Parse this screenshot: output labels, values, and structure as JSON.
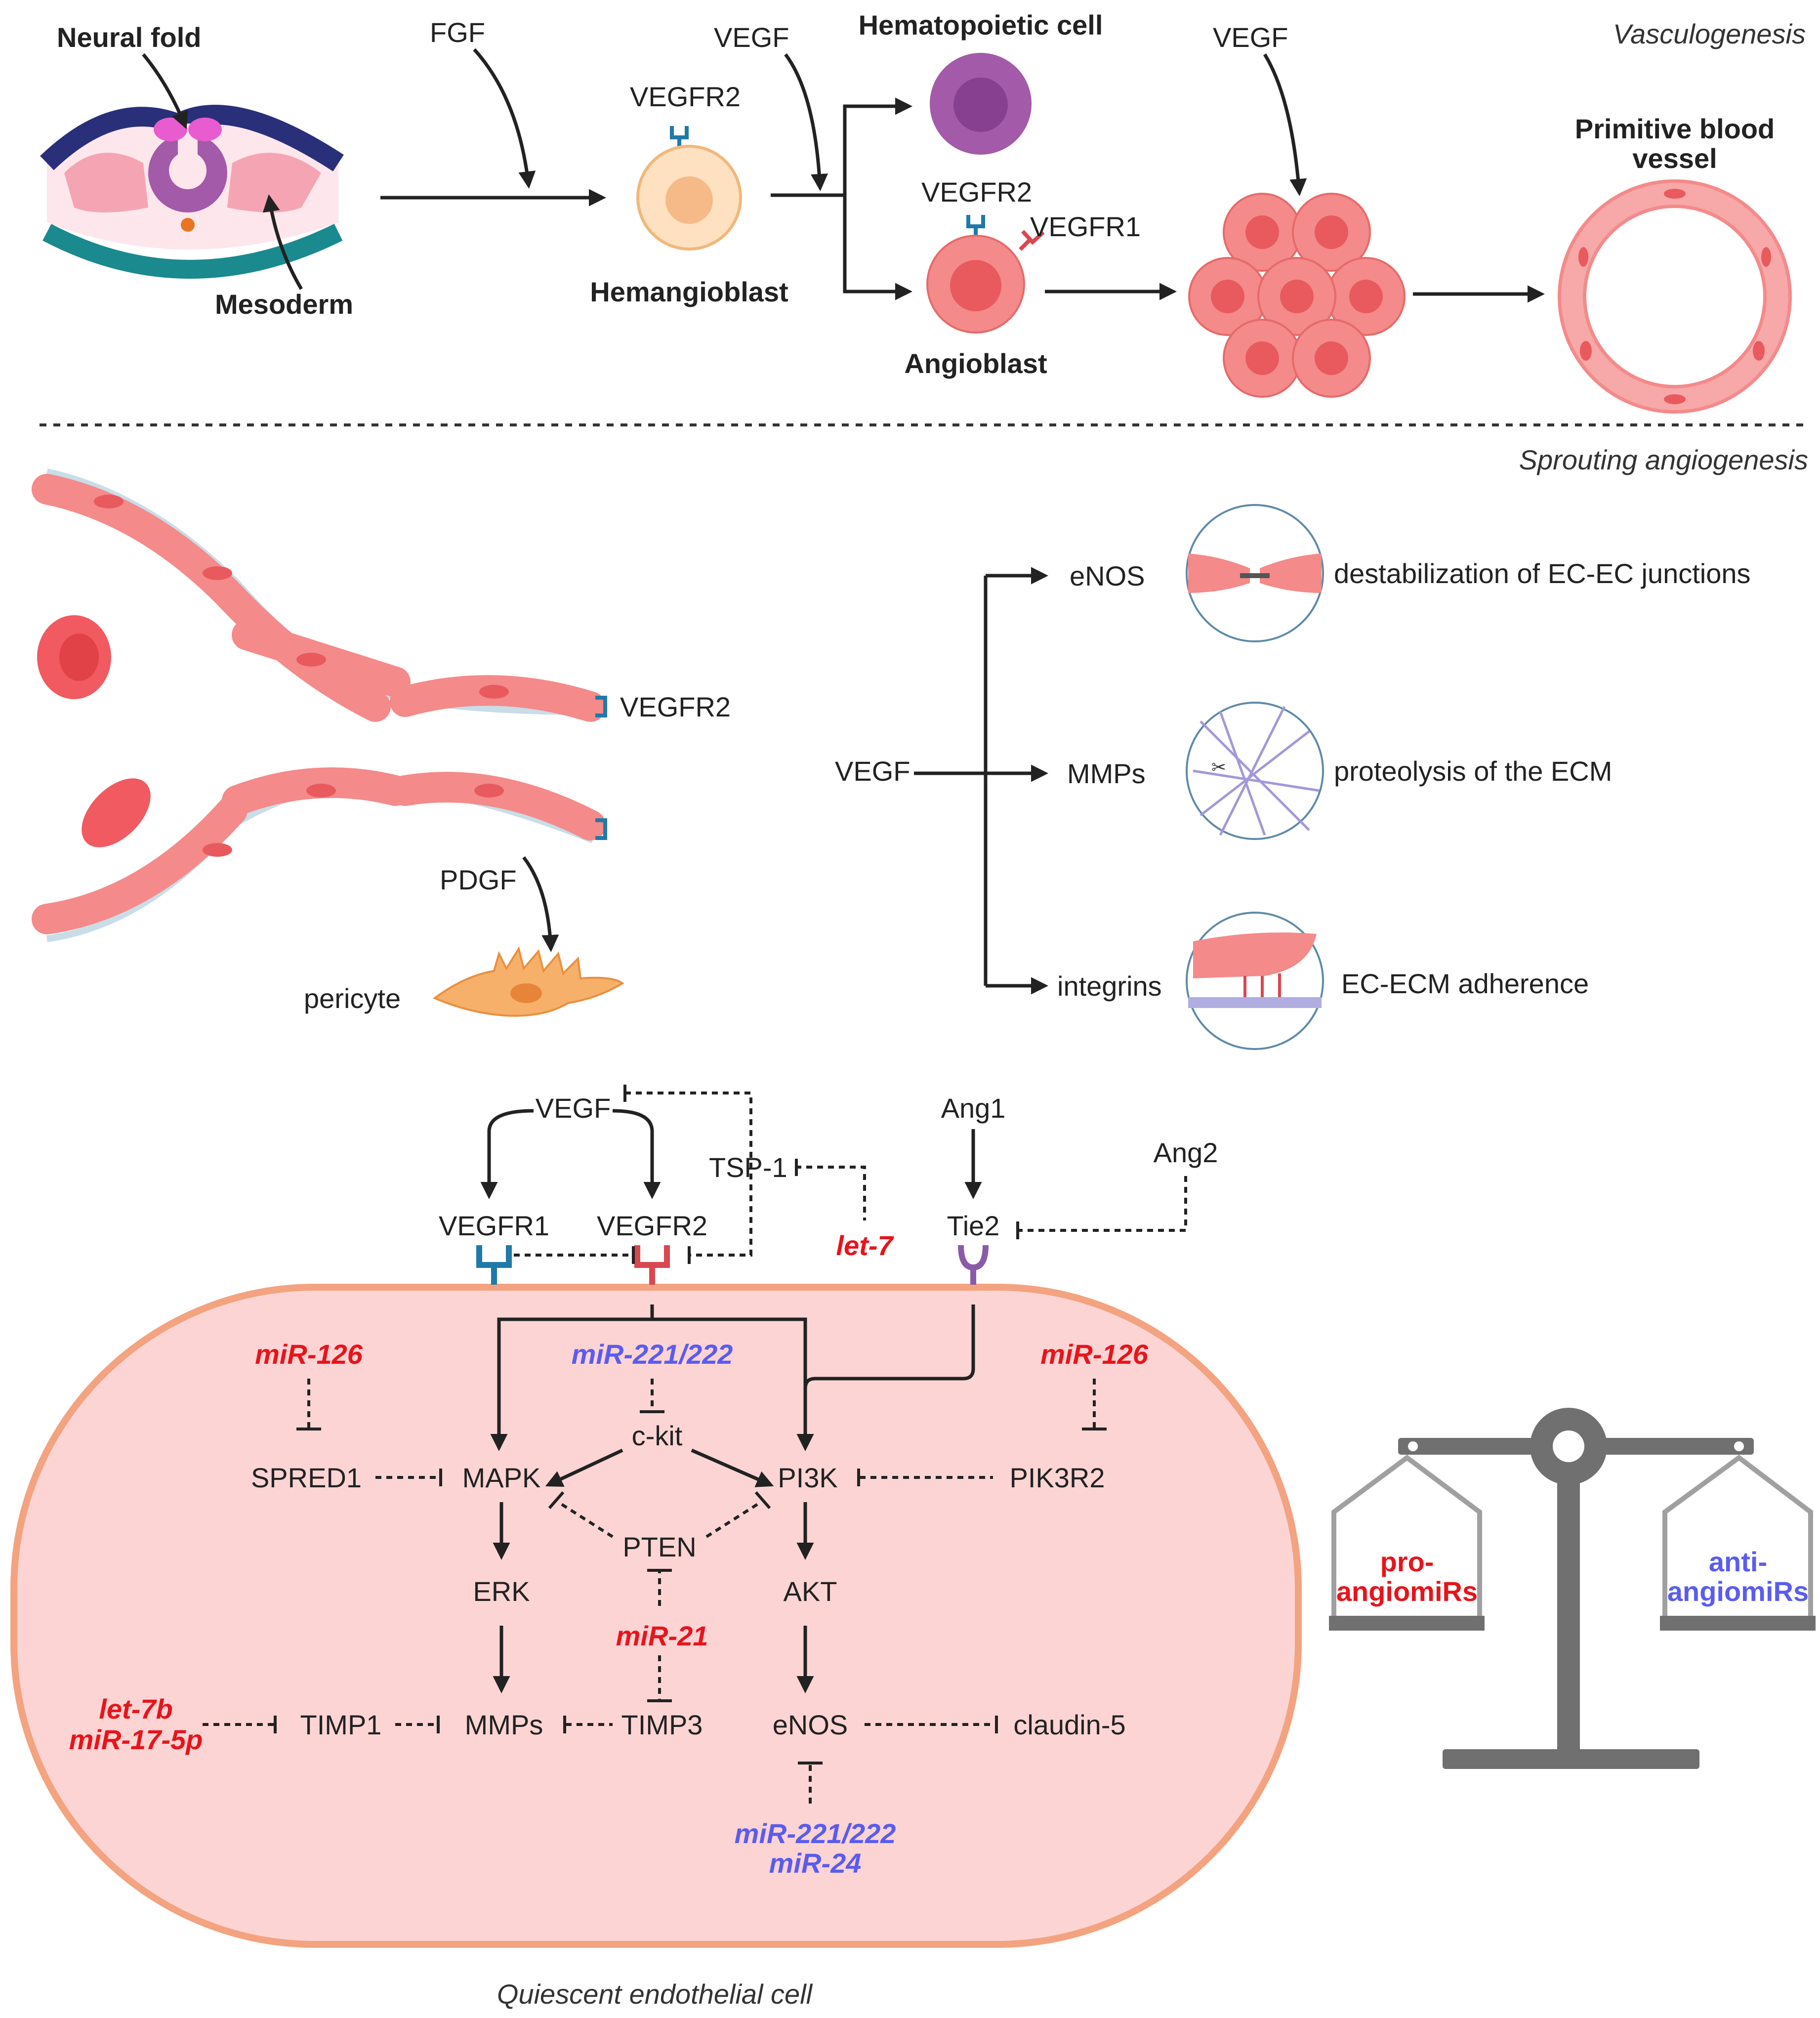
{
  "vasculogenesis": {
    "section_title": "Vasculogenesis",
    "neural_fold": "Neural fold",
    "mesoderm": "Mesoderm",
    "fgf": "FGF",
    "vegf_1": "VEGF",
    "vegf_2": "VEGF",
    "vegfr2_a": "VEGFR2",
    "vegfr2_b": "VEGFR2",
    "vegfr1": "VEGFR1",
    "hemangioblast": "Hemangioblast",
    "hematopoietic_cell": "Hematopoietic cell",
    "angioblast": "Angioblast",
    "primitive_vessel_line1": "Primitive blood",
    "primitive_vessel_line2": "vessel"
  },
  "sprouting": {
    "section_title": "Sprouting angiogenesis",
    "vegfr2": "VEGFR2",
    "pdgf": "PDGF",
    "pericyte": "pericyte",
    "vegf": "VEGF",
    "targets": [
      {
        "molecule": "eNOS",
        "effect": "destabilization of EC-EC junctions"
      },
      {
        "molecule": "MMPs",
        "effect": "proteolysis of the ECM"
      },
      {
        "molecule": "integrins",
        "effect": "EC-ECM adherence"
      }
    ]
  },
  "pathway": {
    "vegf": "VEGF",
    "tsp1": "TSP-1",
    "let7": "let-7",
    "ang1": "Ang1",
    "ang2": "Ang2",
    "vegfr1": "VEGFR1",
    "vegfr2": "VEGFR2",
    "tie2": "Tie2",
    "mir126_left": "miR-126",
    "mir126_right": "miR-126",
    "mir221_top": "miR-221/222",
    "spred1": "SPRED1",
    "mapk": "MAPK",
    "ckit": "c-kit",
    "pi3k": "PI3K",
    "pik3r2": "PIK3R2",
    "pten": "PTEN",
    "erk": "ERK",
    "akt": "AKT",
    "mir21": "miR-21",
    "let7b": "let-7b",
    "mir17": "miR-17-5p",
    "timp1": "TIMP1",
    "mmps": "MMPs",
    "timp3": "TIMP3",
    "enos": "eNOS",
    "claudin5": "claudin-5",
    "mir221_bottom": "miR-221/222",
    "mir24": "miR-24",
    "cell_caption": "Quiescent endothelial cell"
  },
  "balance": {
    "pro_line1": "pro-",
    "pro_line2": "angiomiRs",
    "anti_line1": "anti-",
    "anti_line2": "angiomiRs"
  },
  "colors": {
    "pro_angiomir": "#e8141b",
    "anti_angiomir": "#5a5cf0",
    "cell_fill": "#fdd4d4",
    "cell_border": "#f3a37f",
    "vegfr1_receptor": "#1f7aa8",
    "vegfr2_receptor": "#d9474f",
    "tie2_receptor": "#8a5aa8",
    "scale_gray": "#707070"
  }
}
